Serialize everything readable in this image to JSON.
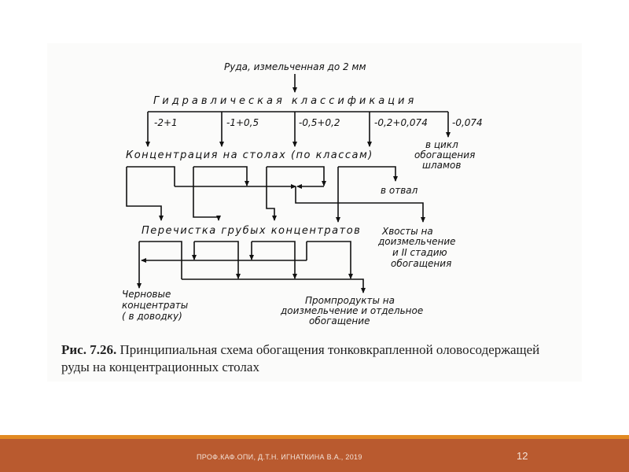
{
  "diagram": {
    "input": "Руда, измельченная до 2 мм",
    "classification": "Гидравлическая классификация",
    "classes": [
      "-2+1",
      "-1+0,5",
      "-0,5+0,2",
      "-0,2+0,074",
      "-0,074"
    ],
    "slimes": [
      "в цикл",
      "обогащения",
      "шламов"
    ],
    "concentration": "Концентрация на столах (по классам)",
    "tailings_dump": "в отвал",
    "cleaning": "Перечистка грубых концентратов",
    "tails": [
      "Хвосты на",
      "доизмельчение",
      "и II стадию",
      "обогащения"
    ],
    "rough_concentrates": [
      "Черновые",
      "концентраты",
      "( в доводку)"
    ],
    "middlings": [
      "Промпродукты на",
      "доизмельчение и отдельное",
      "обогащение"
    ]
  },
  "caption": {
    "number": "Рис. 7.26.",
    "text": "Принципиальная схема обогащения тонковкрапленной оловосодержащей руды на концентрационных столах"
  },
  "footer": {
    "author": "ПРОФ.КАФ.ОПИ, Д.Т.Н. ИГНАТКИНА В.А., 2019",
    "page": "12"
  }
}
